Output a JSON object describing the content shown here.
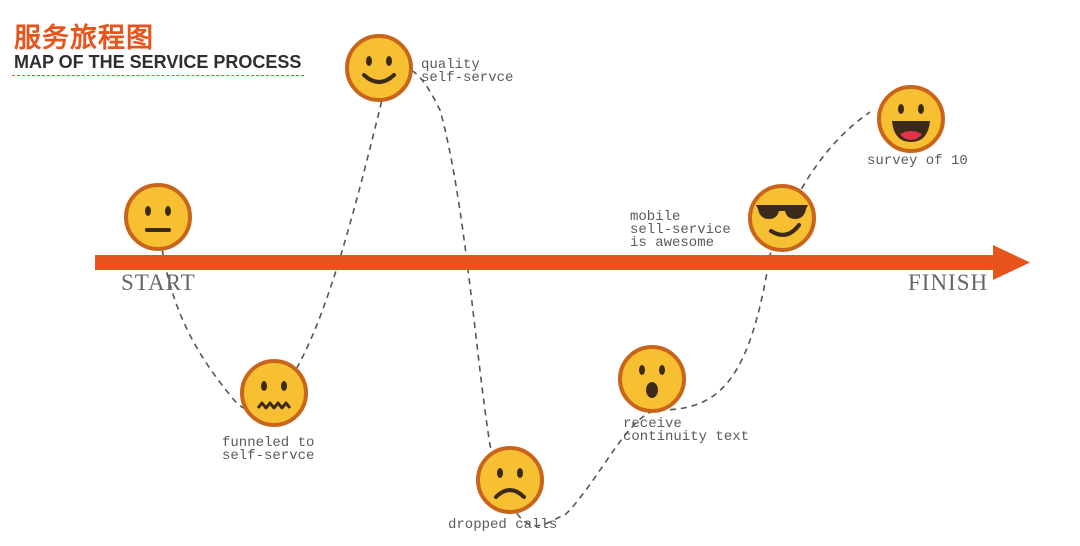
{
  "header": {
    "title_cn": "服务旅程图",
    "title_en": "MAP OF THE SERVICE PROCESS"
  },
  "axis": {
    "start_label": "START",
    "finish_label": "FINISH",
    "color": "#e8551c"
  },
  "colors": {
    "face_fill": "#f7bf32",
    "face_stroke": "#c9651a",
    "feature": "#3b2a17",
    "path": "#555555",
    "accent": "#e8551c"
  },
  "stages": [
    {
      "id": "start",
      "emotion": "neutral-face-icon",
      "note": ""
    },
    {
      "id": "funneled",
      "emotion": "worried-face-icon",
      "note": "funneled to\nself-servce"
    },
    {
      "id": "quality",
      "emotion": "smiling-face-icon",
      "note": "quality\nself-servce"
    },
    {
      "id": "dropped",
      "emotion": "sad-face-icon",
      "note": "dropped calls"
    },
    {
      "id": "receive",
      "emotion": "surprised-face-icon",
      "note": "receive\ncontinuity text"
    },
    {
      "id": "mobile",
      "emotion": "cool-sunglasses-face-icon",
      "note": "mobile\nsell-service\nis awesome"
    },
    {
      "id": "survey",
      "emotion": "laughing-face-icon",
      "note": "survey of 10"
    }
  ]
}
